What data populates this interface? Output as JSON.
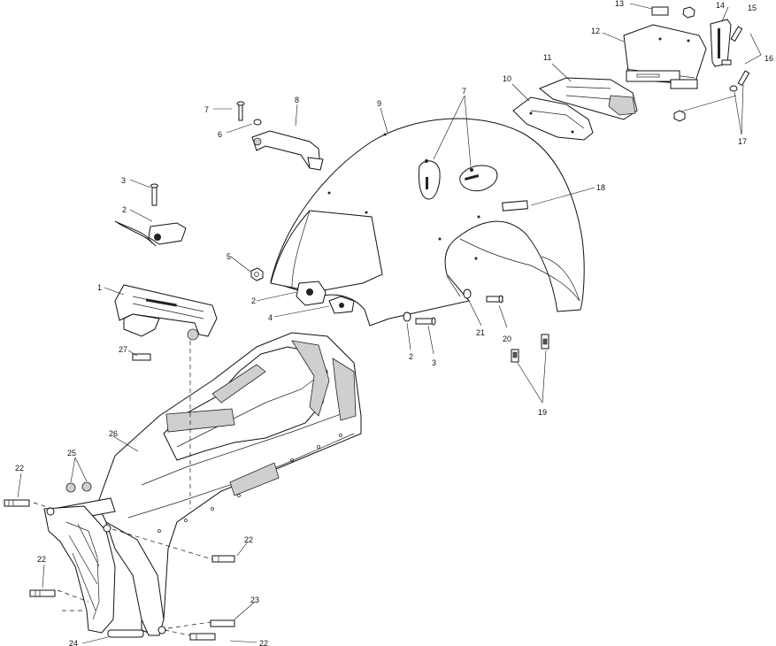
{
  "callouts": [
    {
      "id": "c1",
      "text": "1"
    },
    {
      "id": "c2a",
      "text": "2"
    },
    {
      "id": "c2b",
      "text": "2"
    },
    {
      "id": "c2c",
      "text": "2"
    },
    {
      "id": "c3a",
      "text": "3"
    },
    {
      "id": "c3b",
      "text": "3"
    },
    {
      "id": "c4",
      "text": "4"
    },
    {
      "id": "c5",
      "text": "5"
    },
    {
      "id": "c6",
      "text": "6"
    },
    {
      "id": "c7a",
      "text": "7"
    },
    {
      "id": "c7b",
      "text": "7"
    },
    {
      "id": "c8",
      "text": "8"
    },
    {
      "id": "c9",
      "text": "9"
    },
    {
      "id": "c10",
      "text": "10"
    },
    {
      "id": "c11",
      "text": "11"
    },
    {
      "id": "c12",
      "text": "12"
    },
    {
      "id": "c13",
      "text": "13"
    },
    {
      "id": "c14",
      "text": "14"
    },
    {
      "id": "c15",
      "text": "15"
    },
    {
      "id": "c16",
      "text": "16"
    },
    {
      "id": "c17",
      "text": "17"
    },
    {
      "id": "c18",
      "text": "18"
    },
    {
      "id": "c19",
      "text": "19"
    },
    {
      "id": "c20",
      "text": "20"
    },
    {
      "id": "c21",
      "text": "21"
    },
    {
      "id": "c22a",
      "text": "22"
    },
    {
      "id": "c22b",
      "text": "22"
    },
    {
      "id": "c22c",
      "text": "22"
    },
    {
      "id": "c22d",
      "text": "22"
    },
    {
      "id": "c23",
      "text": "23"
    },
    {
      "id": "c24",
      "text": "24"
    },
    {
      "id": "c25",
      "text": "25"
    },
    {
      "id": "c26",
      "text": "26"
    },
    {
      "id": "c27",
      "text": "27"
    }
  ]
}
